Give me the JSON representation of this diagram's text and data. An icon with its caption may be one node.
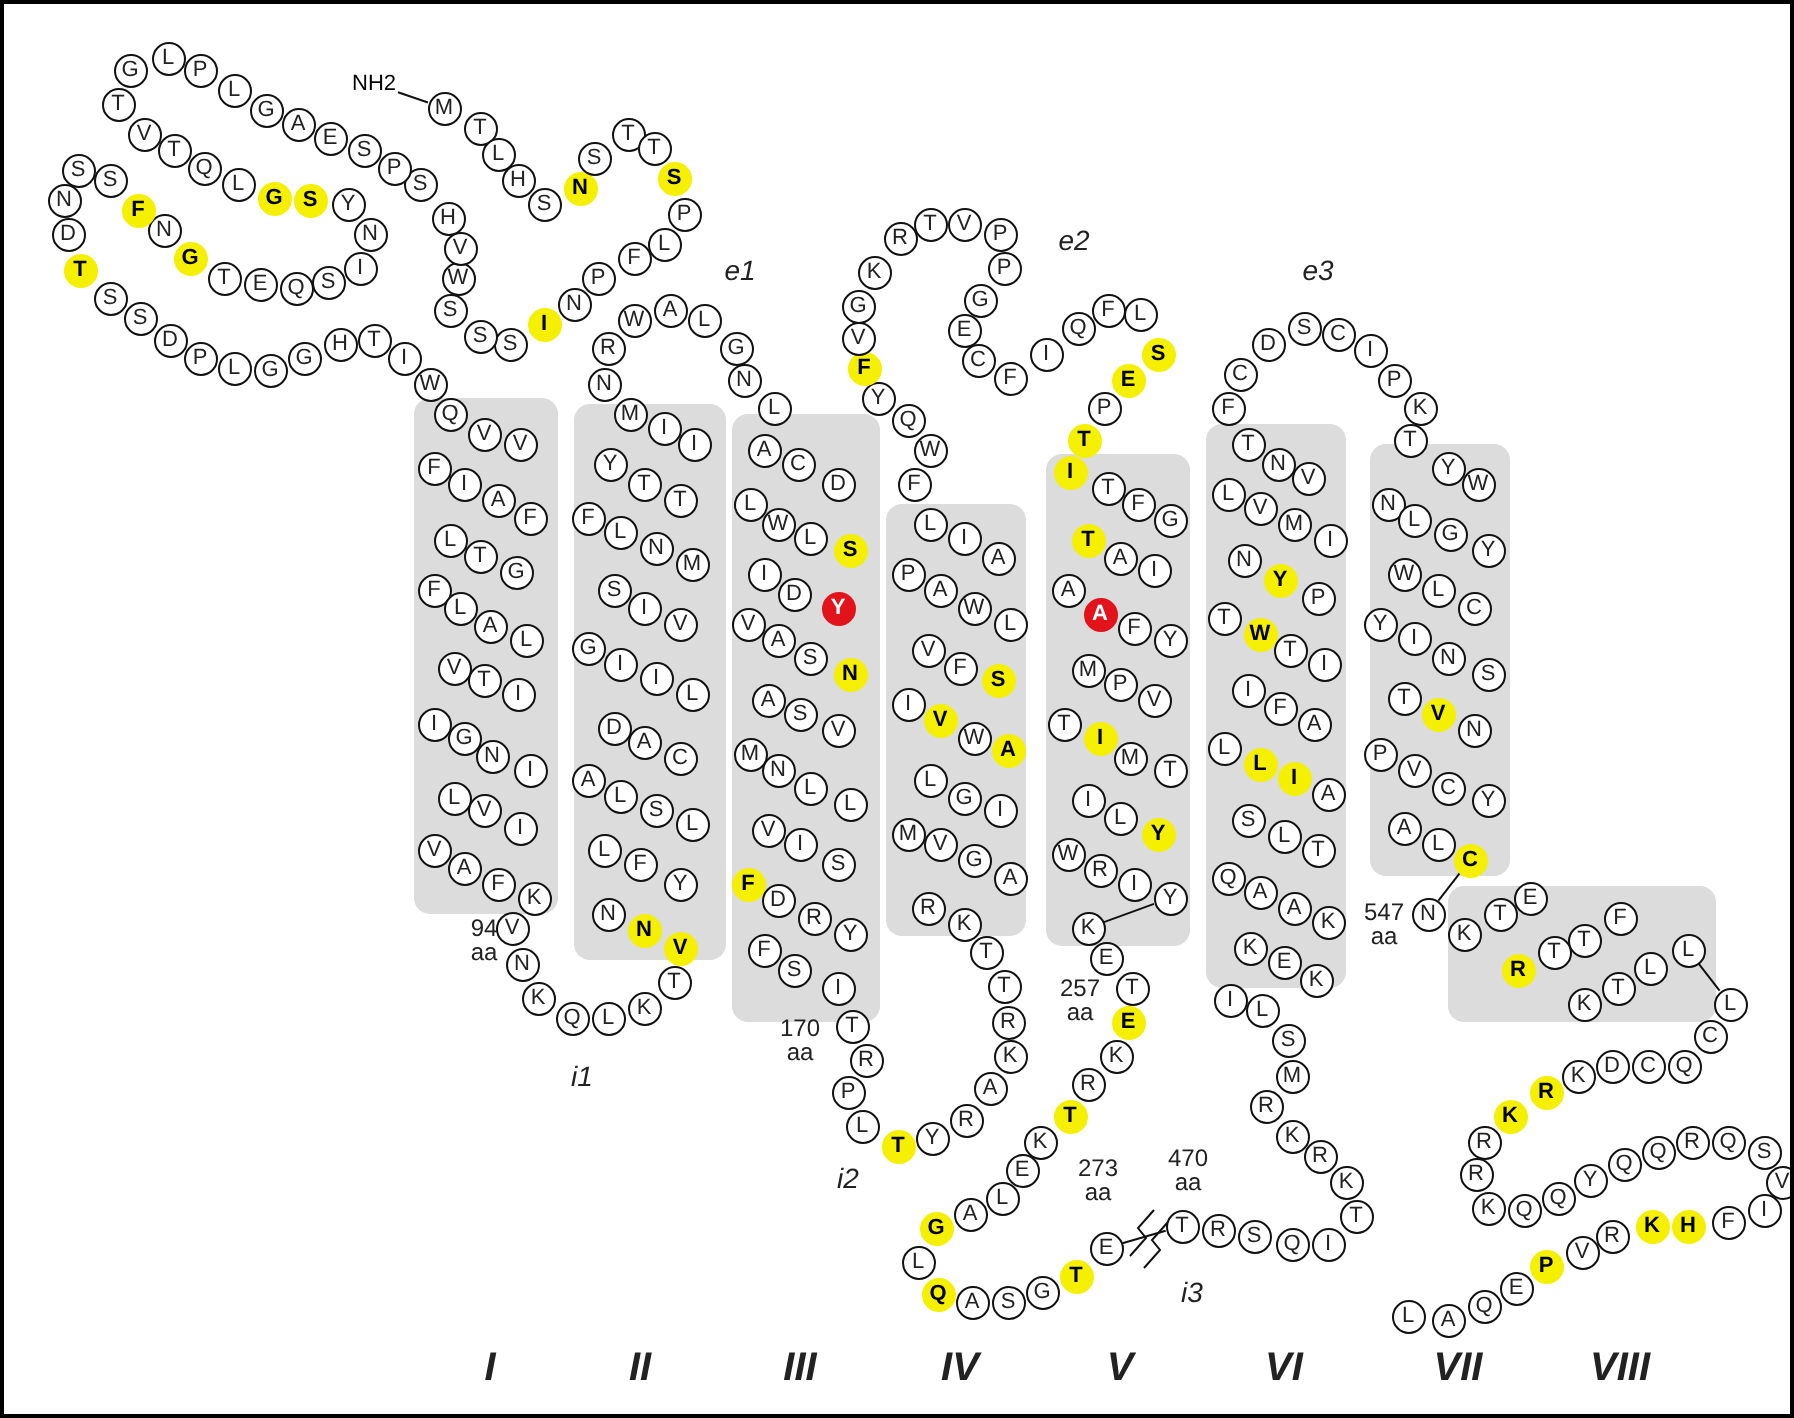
{
  "diagram": {
    "nodes": [
      {
        "text": [
          "NH2"
        ]
      },
      {
        "text": [
          "M"
        ]
      },
      {
        "text": [
          "T"
        ]
      },
      {
        "text": [
          "L"
        ]
      },
      {
        "text": [
          "H"
        ]
      },
      {
        "text": [
          "S"
        ]
      },
      {
        "text": [
          "N"
        ]
      },
      {
        "text": [
          "S"
        ]
      },
      {
        "text": [
          "T"
        ]
      },
      {
        "text": [
          "T"
        ]
      },
      {
        "text": [
          "S"
        ]
      },
      {
        "text": [
          "P"
        ]
      },
      {
        "text": [
          "L"
        ]
      },
      {
        "text": [
          "F"
        ]
      },
      {
        "text": [
          "P"
        ]
      },
      {
        "text": [
          "N"
        ]
      },
      {
        "text": [
          "I"
        ]
      },
      {
        "text": [
          "S"
        ]
      },
      {
        "text": [
          "S"
        ]
      },
      {
        "text": [
          "S"
        ]
      },
      {
        "text": [
          "W"
        ]
      },
      {
        "text": [
          "V"
        ]
      },
      {
        "text": [
          "H"
        ]
      },
      {
        "text": [
          "S"
        ]
      },
      {
        "text": [
          "P"
        ]
      },
      {
        "text": [
          "S"
        ]
      },
      {
        "text": [
          "E"
        ]
      },
      {
        "text": [
          "A"
        ]
      },
      {
        "text": [
          "G"
        ]
      },
      {
        "text": [
          "L"
        ]
      },
      {
        "text": [
          "P"
        ]
      },
      {
        "text": [
          "L"
        ]
      },
      {
        "text": [
          "G"
        ]
      },
      {
        "text": [
          "T"
        ]
      },
      {
        "text": [
          "V"
        ]
      },
      {
        "text": [
          "T"
        ]
      },
      {
        "text": [
          "Q"
        ]
      },
      {
        "text": [
          "L"
        ]
      },
      {
        "text": [
          "G"
        ]
      },
      {
        "text": [
          "S"
        ]
      },
      {
        "text": [
          "Y"
        ]
      },
      {
        "text": [
          "N"
        ]
      },
      {
        "text": [
          "I"
        ]
      },
      {
        "text": [
          "S"
        ]
      },
      {
        "text": [
          "Q"
        ]
      },
      {
        "text": [
          "E"
        ]
      },
      {
        "text": [
          "T"
        ]
      },
      {
        "text": [
          "G"
        ]
      },
      {
        "text": [
          "N"
        ]
      },
      {
        "text": [
          "F"
        ]
      },
      {
        "text": [
          "S"
        ]
      },
      {
        "text": [
          "S"
        ]
      },
      {
        "text": [
          "N"
        ]
      },
      {
        "text": [
          "D"
        ]
      },
      {
        "text": [
          "T"
        ]
      },
      {
        "text": [
          "S"
        ]
      },
      {
        "text": [
          "S"
        ]
      },
      {
        "text": [
          "D"
        ]
      },
      {
        "text": [
          "P"
        ]
      },
      {
        "text": [
          "L"
        ]
      },
      {
        "text": [
          "G"
        ]
      },
      {
        "text": [
          "G"
        ]
      },
      {
        "text": [
          "H"
        ]
      },
      {
        "text": [
          "T"
        ]
      },
      {
        "text": [
          "I"
        ]
      },
      {
        "text": [
          "W"
        ]
      },
      {
        "text": [
          "Q"
        ]
      },
      {
        "text": [
          "V"
        ]
      },
      {
        "text": [
          "V"
        ]
      },
      {
        "text": [
          "F"
        ]
      },
      {
        "text": [
          "I"
        ]
      },
      {
        "text": [
          "A"
        ]
      },
      {
        "text": [
          "F"
        ]
      },
      {
        "text": [
          "L"
        ]
      },
      {
        "text": [
          "T"
        ]
      },
      {
        "text": [
          "G"
        ]
      },
      {
        "text": [
          "F"
        ]
      },
      {
        "text": [
          "L"
        ]
      },
      {
        "text": [
          "A"
        ]
      },
      {
        "text": [
          "L"
        ]
      },
      {
        "text": [
          "V"
        ]
      },
      {
        "text": [
          "T"
        ]
      },
      {
        "text": [
          "I"
        ]
      },
      {
        "text": [
          "I"
        ]
      },
      {
        "text": [
          "G"
        ]
      },
      {
        "text": [
          "N"
        ]
      },
      {
        "text": [
          "I"
        ]
      },
      {
        "text": [
          "L"
        ]
      },
      {
        "text": [
          "V"
        ]
      },
      {
        "text": [
          "I"
        ]
      },
      {
        "text": [
          "V"
        ]
      },
      {
        "text": [
          "A"
        ]
      },
      {
        "text": [
          "F"
        ]
      },
      {
        "text": [
          "K"
        ]
      },
      {
        "text": [
          "V"
        ]
      },
      {
        "text": [
          "N"
        ]
      },
      {
        "text": [
          "K"
        ]
      },
      {
        "text": [
          "Q"
        ]
      },
      {
        "text": [
          "L"
        ]
      },
      {
        "text": [
          "K"
        ]
      },
      {
        "text": [
          "T"
        ]
      },
      {
        "text": [
          "N"
        ]
      },
      {
        "text": [
          "N"
        ]
      },
      {
        "text": [
          "V"
        ]
      },
      {
        "text": [
          "L"
        ]
      },
      {
        "text": [
          "F"
        ]
      },
      {
        "text": [
          "Y"
        ]
      },
      {
        "text": [
          "A"
        ]
      },
      {
        "text": [
          "L"
        ]
      },
      {
        "text": [
          "S"
        ]
      },
      {
        "text": [
          "L"
        ]
      },
      {
        "text": [
          "D"
        ]
      },
      {
        "text": [
          "A"
        ]
      },
      {
        "text": [
          "C"
        ]
      },
      {
        "text": [
          "G"
        ]
      },
      {
        "text": [
          "I"
        ]
      },
      {
        "text": [
          "I"
        ]
      },
      {
        "text": [
          "L"
        ]
      },
      {
        "text": [
          "S"
        ]
      },
      {
        "text": [
          "I"
        ]
      },
      {
        "text": [
          "V"
        ]
      },
      {
        "text": [
          "F"
        ]
      },
      {
        "text": [
          "L"
        ]
      },
      {
        "text": [
          "N"
        ]
      },
      {
        "text": [
          "M"
        ]
      },
      {
        "text": [
          "Y"
        ]
      },
      {
        "text": [
          "T"
        ]
      },
      {
        "text": [
          "T"
        ]
      },
      {
        "text": [
          "M"
        ]
      },
      {
        "text": [
          "I"
        ]
      },
      {
        "text": [
          "I"
        ]
      },
      {
        "text": [
          "N"
        ]
      },
      {
        "text": [
          "R"
        ]
      },
      {
        "text": [
          "W"
        ]
      },
      {
        "text": [
          "A"
        ]
      },
      {
        "text": [
          "L"
        ]
      },
      {
        "text": [
          "G"
        ]
      },
      {
        "text": [
          "N"
        ]
      },
      {
        "text": [
          "L"
        ]
      },
      {
        "text": [
          "A"
        ]
      },
      {
        "text": [
          "C"
        ]
      },
      {
        "text": [
          "D"
        ]
      },
      {
        "text": [
          "L"
        ]
      },
      {
        "text": [
          "W"
        ]
      },
      {
        "text": [
          "L"
        ]
      },
      {
        "text": [
          "S"
        ]
      },
      {
        "text": [
          "I"
        ]
      },
      {
        "text": [
          "D"
        ]
      },
      {
        "text": [
          "Y"
        ]
      },
      {
        "text": [
          "V"
        ]
      },
      {
        "text": [
          "A"
        ]
      },
      {
        "text": [
          "S"
        ]
      },
      {
        "text": [
          "N"
        ]
      },
      {
        "text": [
          "A"
        ]
      },
      {
        "text": [
          "S"
        ]
      },
      {
        "text": [
          "V"
        ]
      },
      {
        "text": [
          "M"
        ]
      },
      {
        "text": [
          "N"
        ]
      },
      {
        "text": [
          "L"
        ]
      },
      {
        "text": [
          "L"
        ]
      },
      {
        "text": [
          "V"
        ]
      },
      {
        "text": [
          "I"
        ]
      },
      {
        "text": [
          "S"
        ]
      },
      {
        "text": [
          "F"
        ]
      },
      {
        "text": [
          "D"
        ]
      },
      {
        "text": [
          "R"
        ]
      },
      {
        "text": [
          "Y"
        ]
      },
      {
        "text": [
          "F"
        ]
      },
      {
        "text": [
          "S"
        ]
      },
      {
        "text": [
          "I"
        ]
      },
      {
        "text": [
          "T"
        ]
      },
      {
        "text": [
          "R"
        ]
      },
      {
        "text": [
          "P"
        ]
      },
      {
        "text": [
          "L"
        ]
      },
      {
        "text": [
          "T"
        ]
      },
      {
        "text": [
          "Y"
        ]
      },
      {
        "text": [
          "R"
        ]
      },
      {
        "text": [
          "A"
        ]
      },
      {
        "text": [
          "K"
        ]
      },
      {
        "text": [
          "R"
        ]
      },
      {
        "text": [
          "T"
        ]
      },
      {
        "text": [
          "T"
        ]
      },
      {
        "text": [
          "K"
        ]
      },
      {
        "text": [
          "R"
        ]
      },
      {
        "text": [
          "M"
        ]
      },
      {
        "text": [
          "V"
        ]
      },
      {
        "text": [
          "G"
        ]
      },
      {
        "text": [
          "A"
        ]
      },
      {
        "text": [
          "L"
        ]
      },
      {
        "text": [
          "G"
        ]
      },
      {
        "text": [
          "I"
        ]
      },
      {
        "text": [
          "I"
        ]
      },
      {
        "text": [
          "V"
        ]
      },
      {
        "text": [
          "W"
        ]
      },
      {
        "text": [
          "A"
        ]
      },
      {
        "text": [
          "V"
        ]
      },
      {
        "text": [
          "F"
        ]
      },
      {
        "text": [
          "S"
        ]
      },
      {
        "text": [
          "P"
        ]
      },
      {
        "text": [
          "A"
        ]
      },
      {
        "text": [
          "W"
        ]
      },
      {
        "text": [
          "L"
        ]
      },
      {
        "text": [
          "L"
        ]
      },
      {
        "text": [
          "I"
        ]
      },
      {
        "text": [
          "A"
        ]
      },
      {
        "text": [
          "F"
        ]
      },
      {
        "text": [
          "W"
        ]
      },
      {
        "text": [
          "Q"
        ]
      },
      {
        "text": [
          "Y"
        ]
      },
      {
        "text": [
          "F"
        ]
      },
      {
        "text": [
          "V"
        ]
      },
      {
        "text": [
          "G"
        ]
      },
      {
        "text": [
          "K"
        ]
      },
      {
        "text": [
          "R"
        ]
      },
      {
        "text": [
          "T"
        ]
      },
      {
        "text": [
          "V"
        ]
      },
      {
        "text": [
          "P"
        ]
      },
      {
        "text": [
          "P"
        ]
      },
      {
        "text": [
          "G"
        ]
      },
      {
        "text": [
          "E"
        ]
      },
      {
        "text": [
          "C"
        ]
      },
      {
        "text": [
          "F"
        ]
      },
      {
        "text": [
          "I"
        ]
      },
      {
        "text": [
          "Q"
        ]
      },
      {
        "text": [
          "F"
        ]
      },
      {
        "text": [
          "L"
        ]
      },
      {
        "text": [
          "S"
        ]
      },
      {
        "text": [
          "E"
        ]
      },
      {
        "text": [
          "P"
        ]
      },
      {
        "text": [
          "T"
        ]
      },
      {
        "text": [
          "I"
        ]
      },
      {
        "text": [
          "T"
        ]
      },
      {
        "text": [
          "F"
        ]
      },
      {
        "text": [
          "G"
        ]
      },
      {
        "text": [
          "T"
        ]
      },
      {
        "text": [
          "A"
        ]
      },
      {
        "text": [
          "I"
        ]
      },
      {
        "text": [
          "A"
        ]
      },
      {
        "text": [
          "A"
        ]
      },
      {
        "text": [
          "F"
        ]
      },
      {
        "text": [
          "Y"
        ]
      },
      {
        "text": [
          "M"
        ]
      },
      {
        "text": [
          "P"
        ]
      },
      {
        "text": [
          "V"
        ]
      },
      {
        "text": [
          "T"
        ]
      },
      {
        "text": [
          "I"
        ]
      },
      {
        "text": [
          "M"
        ]
      },
      {
        "text": [
          "T"
        ]
      },
      {
        "text": [
          "I"
        ]
      },
      {
        "text": [
          "L"
        ]
      },
      {
        "text": [
          "Y"
        ]
      },
      {
        "text": [
          "W"
        ]
      },
      {
        "text": [
          "R"
        ]
      },
      {
        "text": [
          "I"
        ]
      },
      {
        "text": [
          "Y"
        ]
      },
      {
        "text": [
          "K"
        ]
      },
      {
        "text": [
          "E"
        ]
      },
      {
        "text": [
          "T"
        ]
      },
      {
        "text": [
          "E"
        ]
      },
      {
        "text": [
          "K"
        ]
      },
      {
        "text": [
          "R"
        ]
      },
      {
        "text": [
          "T"
        ]
      },
      {
        "text": [
          "K"
        ]
      },
      {
        "text": [
          "E"
        ]
      },
      {
        "text": [
          "L"
        ]
      },
      {
        "text": [
          "A"
        ]
      },
      {
        "text": [
          "G"
        ]
      },
      {
        "text": [
          "L"
        ]
      },
      {
        "text": [
          "Q"
        ]
      },
      {
        "text": [
          "A"
        ]
      },
      {
        "text": [
          "S"
        ]
      },
      {
        "text": [
          "G"
        ]
      },
      {
        "text": [
          "T"
        ]
      },
      {
        "text": [
          "E"
        ]
      },
      {
        "text": [
          "T"
        ]
      },
      {
        "text": [
          "R"
        ]
      },
      {
        "text": [
          "S"
        ]
      },
      {
        "text": [
          "Q"
        ]
      },
      {
        "text": [
          "I"
        ]
      },
      {
        "text": [
          "T"
        ]
      },
      {
        "text": [
          "K"
        ]
      },
      {
        "text": [
          "R"
        ]
      },
      {
        "text": [
          "K"
        ]
      },
      {
        "text": [
          "R"
        ]
      },
      {
        "text": [
          "M"
        ]
      },
      {
        "text": [
          "S"
        ]
      },
      {
        "text": [
          "L"
        ]
      },
      {
        "text": [
          "I"
        ]
      },
      {
        "text": [
          "K"
        ]
      },
      {
        "text": [
          "E"
        ]
      },
      {
        "text": [
          "K"
        ]
      },
      {
        "text": [
          "Q"
        ]
      },
      {
        "text": [
          "A"
        ]
      },
      {
        "text": [
          "A"
        ]
      },
      {
        "text": [
          "K"
        ]
      },
      {
        "text": [
          "S"
        ]
      },
      {
        "text": [
          "L"
        ]
      },
      {
        "text": [
          "T"
        ]
      },
      {
        "text": [
          "L"
        ]
      },
      {
        "text": [
          "L"
        ]
      },
      {
        "text": [
          "I"
        ]
      },
      {
        "text": [
          "A"
        ]
      },
      {
        "text": [
          "I"
        ]
      },
      {
        "text": [
          "F"
        ]
      },
      {
        "text": [
          "A"
        ]
      },
      {
        "text": [
          "T"
        ]
      },
      {
        "text": [
          "W"
        ]
      },
      {
        "text": [
          "T"
        ]
      },
      {
        "text": [
          "I"
        ]
      },
      {
        "text": [
          "N"
        ]
      },
      {
        "text": [
          "Y"
        ]
      },
      {
        "text": [
          "P"
        ]
      },
      {
        "text": [
          "L"
        ]
      },
      {
        "text": [
          "V"
        ]
      },
      {
        "text": [
          "M"
        ]
      },
      {
        "text": [
          "I"
        ]
      },
      {
        "text": [
          "T"
        ]
      },
      {
        "text": [
          "N"
        ]
      },
      {
        "text": [
          "V"
        ]
      },
      {
        "text": [
          "F"
        ]
      },
      {
        "text": [
          "C"
        ]
      },
      {
        "text": [
          "D"
        ]
      },
      {
        "text": [
          "S"
        ]
      },
      {
        "text": [
          "C"
        ]
      },
      {
        "text": [
          "I"
        ]
      },
      {
        "text": [
          "P"
        ]
      },
      {
        "text": [
          "K"
        ]
      },
      {
        "text": [
          "T"
        ]
      },
      {
        "text": [
          "Y"
        ]
      },
      {
        "text": [
          "W"
        ]
      },
      {
        "text": [
          "N"
        ]
      },
      {
        "text": [
          "L"
        ]
      },
      {
        "text": [
          "G"
        ]
      },
      {
        "text": [
          "Y"
        ]
      },
      {
        "text": [
          "W"
        ]
      },
      {
        "text": [
          "L"
        ]
      },
      {
        "text": [
          "C"
        ]
      },
      {
        "text": [
          "Y"
        ]
      },
      {
        "text": [
          "I"
        ]
      },
      {
        "text": [
          "N"
        ]
      },
      {
        "text": [
          "S"
        ]
      },
      {
        "text": [
          "T"
        ]
      },
      {
        "text": [
          "V"
        ]
      },
      {
        "text": [
          "N"
        ]
      },
      {
        "text": [
          "P"
        ]
      },
      {
        "text": [
          "V"
        ]
      },
      {
        "text": [
          "C"
        ]
      },
      {
        "text": [
          "Y"
        ]
      },
      {
        "text": [
          "A"
        ]
      },
      {
        "text": [
          "L"
        ]
      },
      {
        "text": [
          "C"
        ]
      },
      {
        "text": [
          "N"
        ]
      },
      {
        "text": [
          "K"
        ]
      },
      {
        "text": [
          "T"
        ]
      },
      {
        "text": [
          "E"
        ]
      },
      {
        "text": [
          "R"
        ]
      },
      {
        "text": [
          "T"
        ]
      },
      {
        "text": [
          "T"
        ]
      },
      {
        "text": [
          "F"
        ]
      },
      {
        "text": [
          "K"
        ]
      },
      {
        "text": [
          "T"
        ]
      },
      {
        "text": [
          "L"
        ]
      },
      {
        "text": [
          "L"
        ]
      },
      {
        "text": [
          "L"
        ]
      },
      {
        "text": [
          "C"
        ]
      },
      {
        "text": [
          "Q"
        ]
      },
      {
        "text": [
          "C"
        ]
      },
      {
        "text": [
          "D"
        ]
      },
      {
        "text": [
          "K"
        ]
      },
      {
        "text": [
          "R"
        ]
      },
      {
        "text": [
          "K"
        ]
      },
      {
        "text": [
          "R"
        ]
      },
      {
        "text": [
          "R"
        ]
      },
      {
        "text": [
          "K"
        ]
      },
      {
        "text": [
          "Q"
        ]
      },
      {
        "text": [
          "Q"
        ]
      },
      {
        "text": [
          "Y"
        ]
      },
      {
        "text": [
          "Q"
        ]
      },
      {
        "text": [
          "Q"
        ]
      },
      {
        "text": [
          "R"
        ]
      },
      {
        "text": [
          "Q"
        ]
      },
      {
        "text": [
          "S"
        ]
      },
      {
        "text": [
          "V"
        ]
      },
      {
        "text": [
          "I"
        ]
      },
      {
        "text": [
          "F"
        ]
      },
      {
        "text": [
          "H"
        ]
      },
      {
        "text": [
          "K"
        ]
      },
      {
        "text": [
          "R"
        ]
      },
      {
        "text": [
          "V"
        ]
      },
      {
        "text": [
          "P"
        ]
      },
      {
        "text": [
          "E"
        ]
      },
      {
        "text": [
          "Q"
        ]
      },
      {
        "text": [
          "A"
        ]
      },
      {
        "text": [
          "L"
        ]
      }
    ],
    "edges": [
      {
        "from": 0,
        "to": 1,
        "arrow": "none"
      },
      {
        "from": 254,
        "to": 255,
        "arrow": "none"
      },
      {
        "from": 273,
        "to": 274,
        "arrow": "none"
      },
      {
        "from": 350,
        "to": 351,
        "arrow": "none"
      },
      {
        "from": 362,
        "to": 363,
        "arrow": "none"
      }
    ],
    "labels": [
      "e2",
      "e1",
      "e3",
      "94 aa",
      "547 aa",
      "257 aa",
      "170 aa",
      "i1",
      "273 aa",
      "470 aa",
      "i2",
      "i3",
      "I",
      "II",
      "III",
      "IV",
      "V",
      "VI",
      "VII",
      "VIII"
    ]
  }
}
